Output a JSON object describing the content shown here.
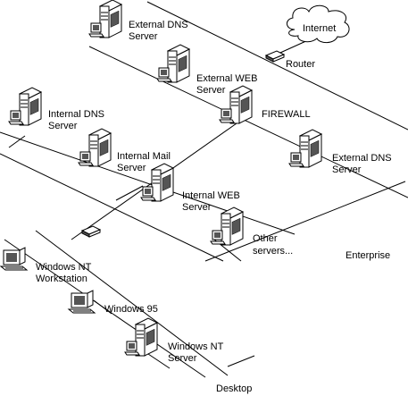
{
  "labels": {
    "internet": "Internet",
    "router": "Router",
    "ext_dns_top_1": "External DNS",
    "ext_dns_top_2": "Server",
    "ext_web_1": "External WEB",
    "ext_web_2": "Server",
    "firewall": "FIREWALL",
    "ext_dns_right_1": "External DNS",
    "ext_dns_right_2": "Server",
    "int_dns_1": "Internal DNS",
    "int_dns_2": "Server",
    "int_mail_1": "Internal  Mail",
    "int_mail_2": "Server",
    "int_web_1": "Internal WEB",
    "int_web_2": "Server",
    "other_1": "Other",
    "other_2": "servers...",
    "enterprise": "Enterprise",
    "wnt_ws_1": "Windows NT",
    "wnt_ws_2": "Workstation",
    "win95": "Windows 95",
    "wnt_srv_1": "Windows NT",
    "wnt_srv_2": "Server",
    "desktop": "Desktop"
  },
  "colors": {
    "line": "#000000",
    "device_fill": "#ffffff",
    "panel_dark": "#555555"
  }
}
